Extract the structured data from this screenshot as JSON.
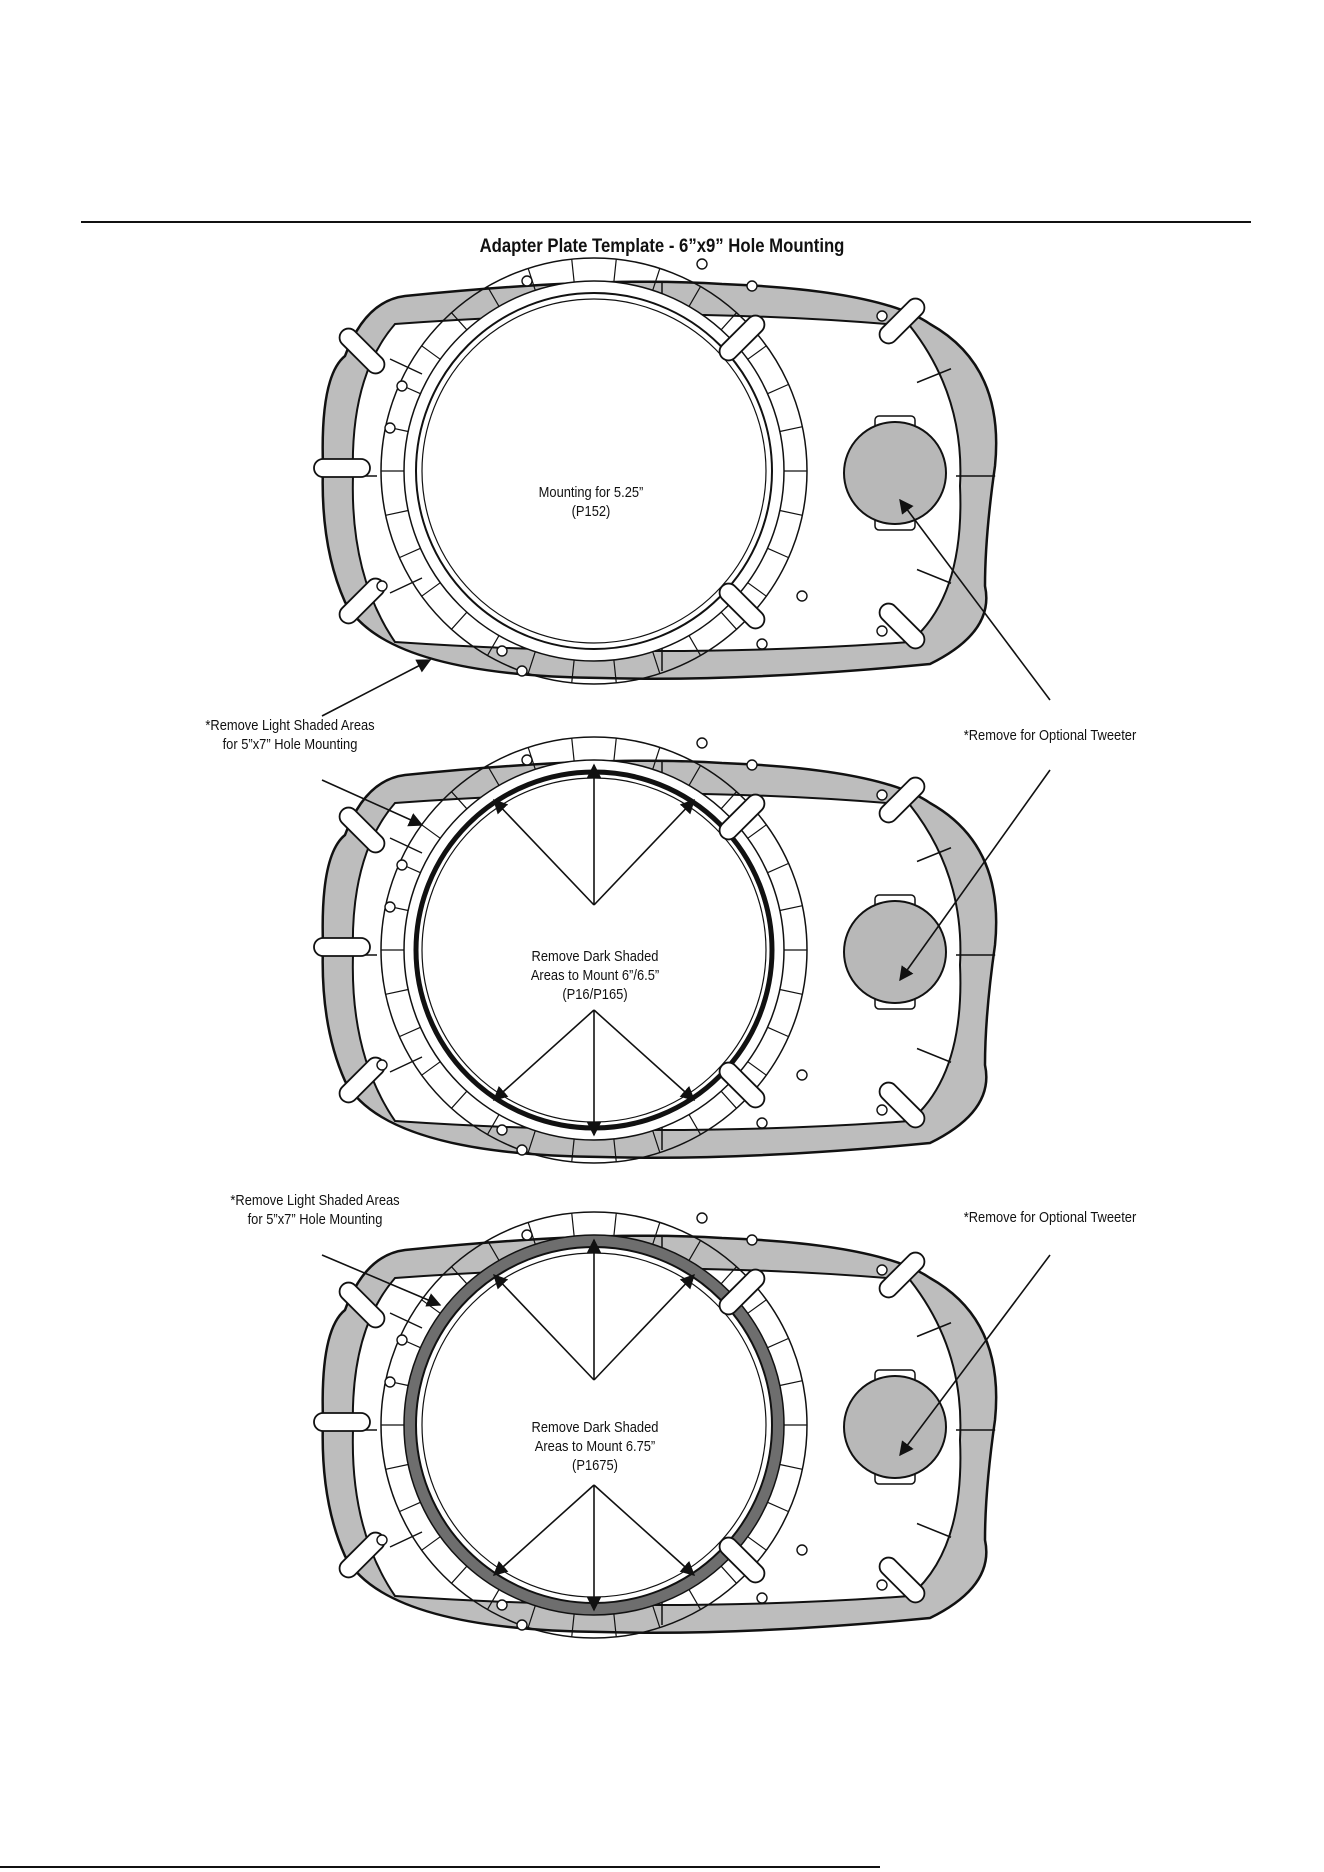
{
  "title": "Adapter Plate Template - 6”x9” Hole Mounting",
  "plates": [
    {
      "id": "plate-1",
      "center_label": [
        "Mounting for 5.25”",
        "(P152)"
      ]
    },
    {
      "id": "plate-2",
      "center_label": [
        "Remove Dark Shaded",
        "Areas to Mount 6”/6.5”",
        "(P16/P165)"
      ]
    },
    {
      "id": "plate-3",
      "center_label": [
        "Remove Dark Shaded",
        "Areas to Mount 6.75”",
        "(P1675)"
      ]
    }
  ],
  "callouts": {
    "light_shaded_1": [
      "*Remove Light Shaded Areas",
      "for 5”x7” Hole Mounting"
    ],
    "tweeter_1": [
      "*Remove for Optional Tweeter"
    ],
    "light_shaded_2": [
      "*Remove Light Shaded Areas",
      "for 5”x7” Hole Mounting"
    ],
    "tweeter_2": [
      "*Remove for Optional Tweeter"
    ]
  },
  "colors": {
    "light_shade": "#bdbdbd",
    "dark_shade": "#6e6e6e",
    "tweeter_fill": "#b8b8b8",
    "line": "#111111"
  }
}
